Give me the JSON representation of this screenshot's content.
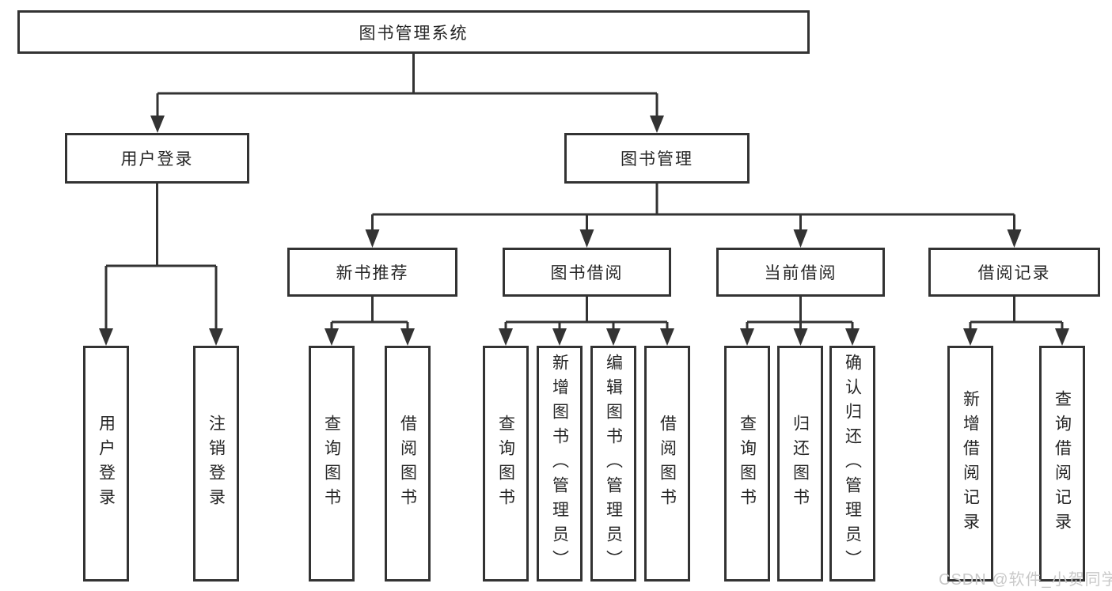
{
  "diagram": {
    "type": "hierarchy-tree",
    "background": "#ffffff",
    "line_color": "#333333",
    "text_color": "#262626",
    "watermark_color": "#c9c9c9",
    "watermark": "CSDN @软件_小贺同学",
    "tree": {
      "label": "图书管理系统",
      "children": [
        {
          "label": "用户登录",
          "children": [
            {
              "label": "用户登录"
            },
            {
              "label": "注销登录"
            }
          ]
        },
        {
          "label": "图书管理",
          "children": [
            {
              "label": "新书推荐",
              "children": [
                {
                  "label": "查询图书"
                },
                {
                  "label": "借阅图书"
                }
              ]
            },
            {
              "label": "图书借阅",
              "children": [
                {
                  "label": "查询图书"
                },
                {
                  "label": "新增图书（管理员）"
                },
                {
                  "label": "编辑图书（管理员）"
                },
                {
                  "label": "借阅图书"
                }
              ]
            },
            {
              "label": "当前借阅",
              "children": [
                {
                  "label": "查询图书"
                },
                {
                  "label": "归还图书"
                },
                {
                  "label": "确认归还（管理员）"
                }
              ]
            },
            {
              "label": "借阅记录",
              "children": [
                {
                  "label": "新增借阅记录"
                },
                {
                  "label": "查询借阅记录"
                }
              ]
            }
          ]
        }
      ]
    }
  }
}
